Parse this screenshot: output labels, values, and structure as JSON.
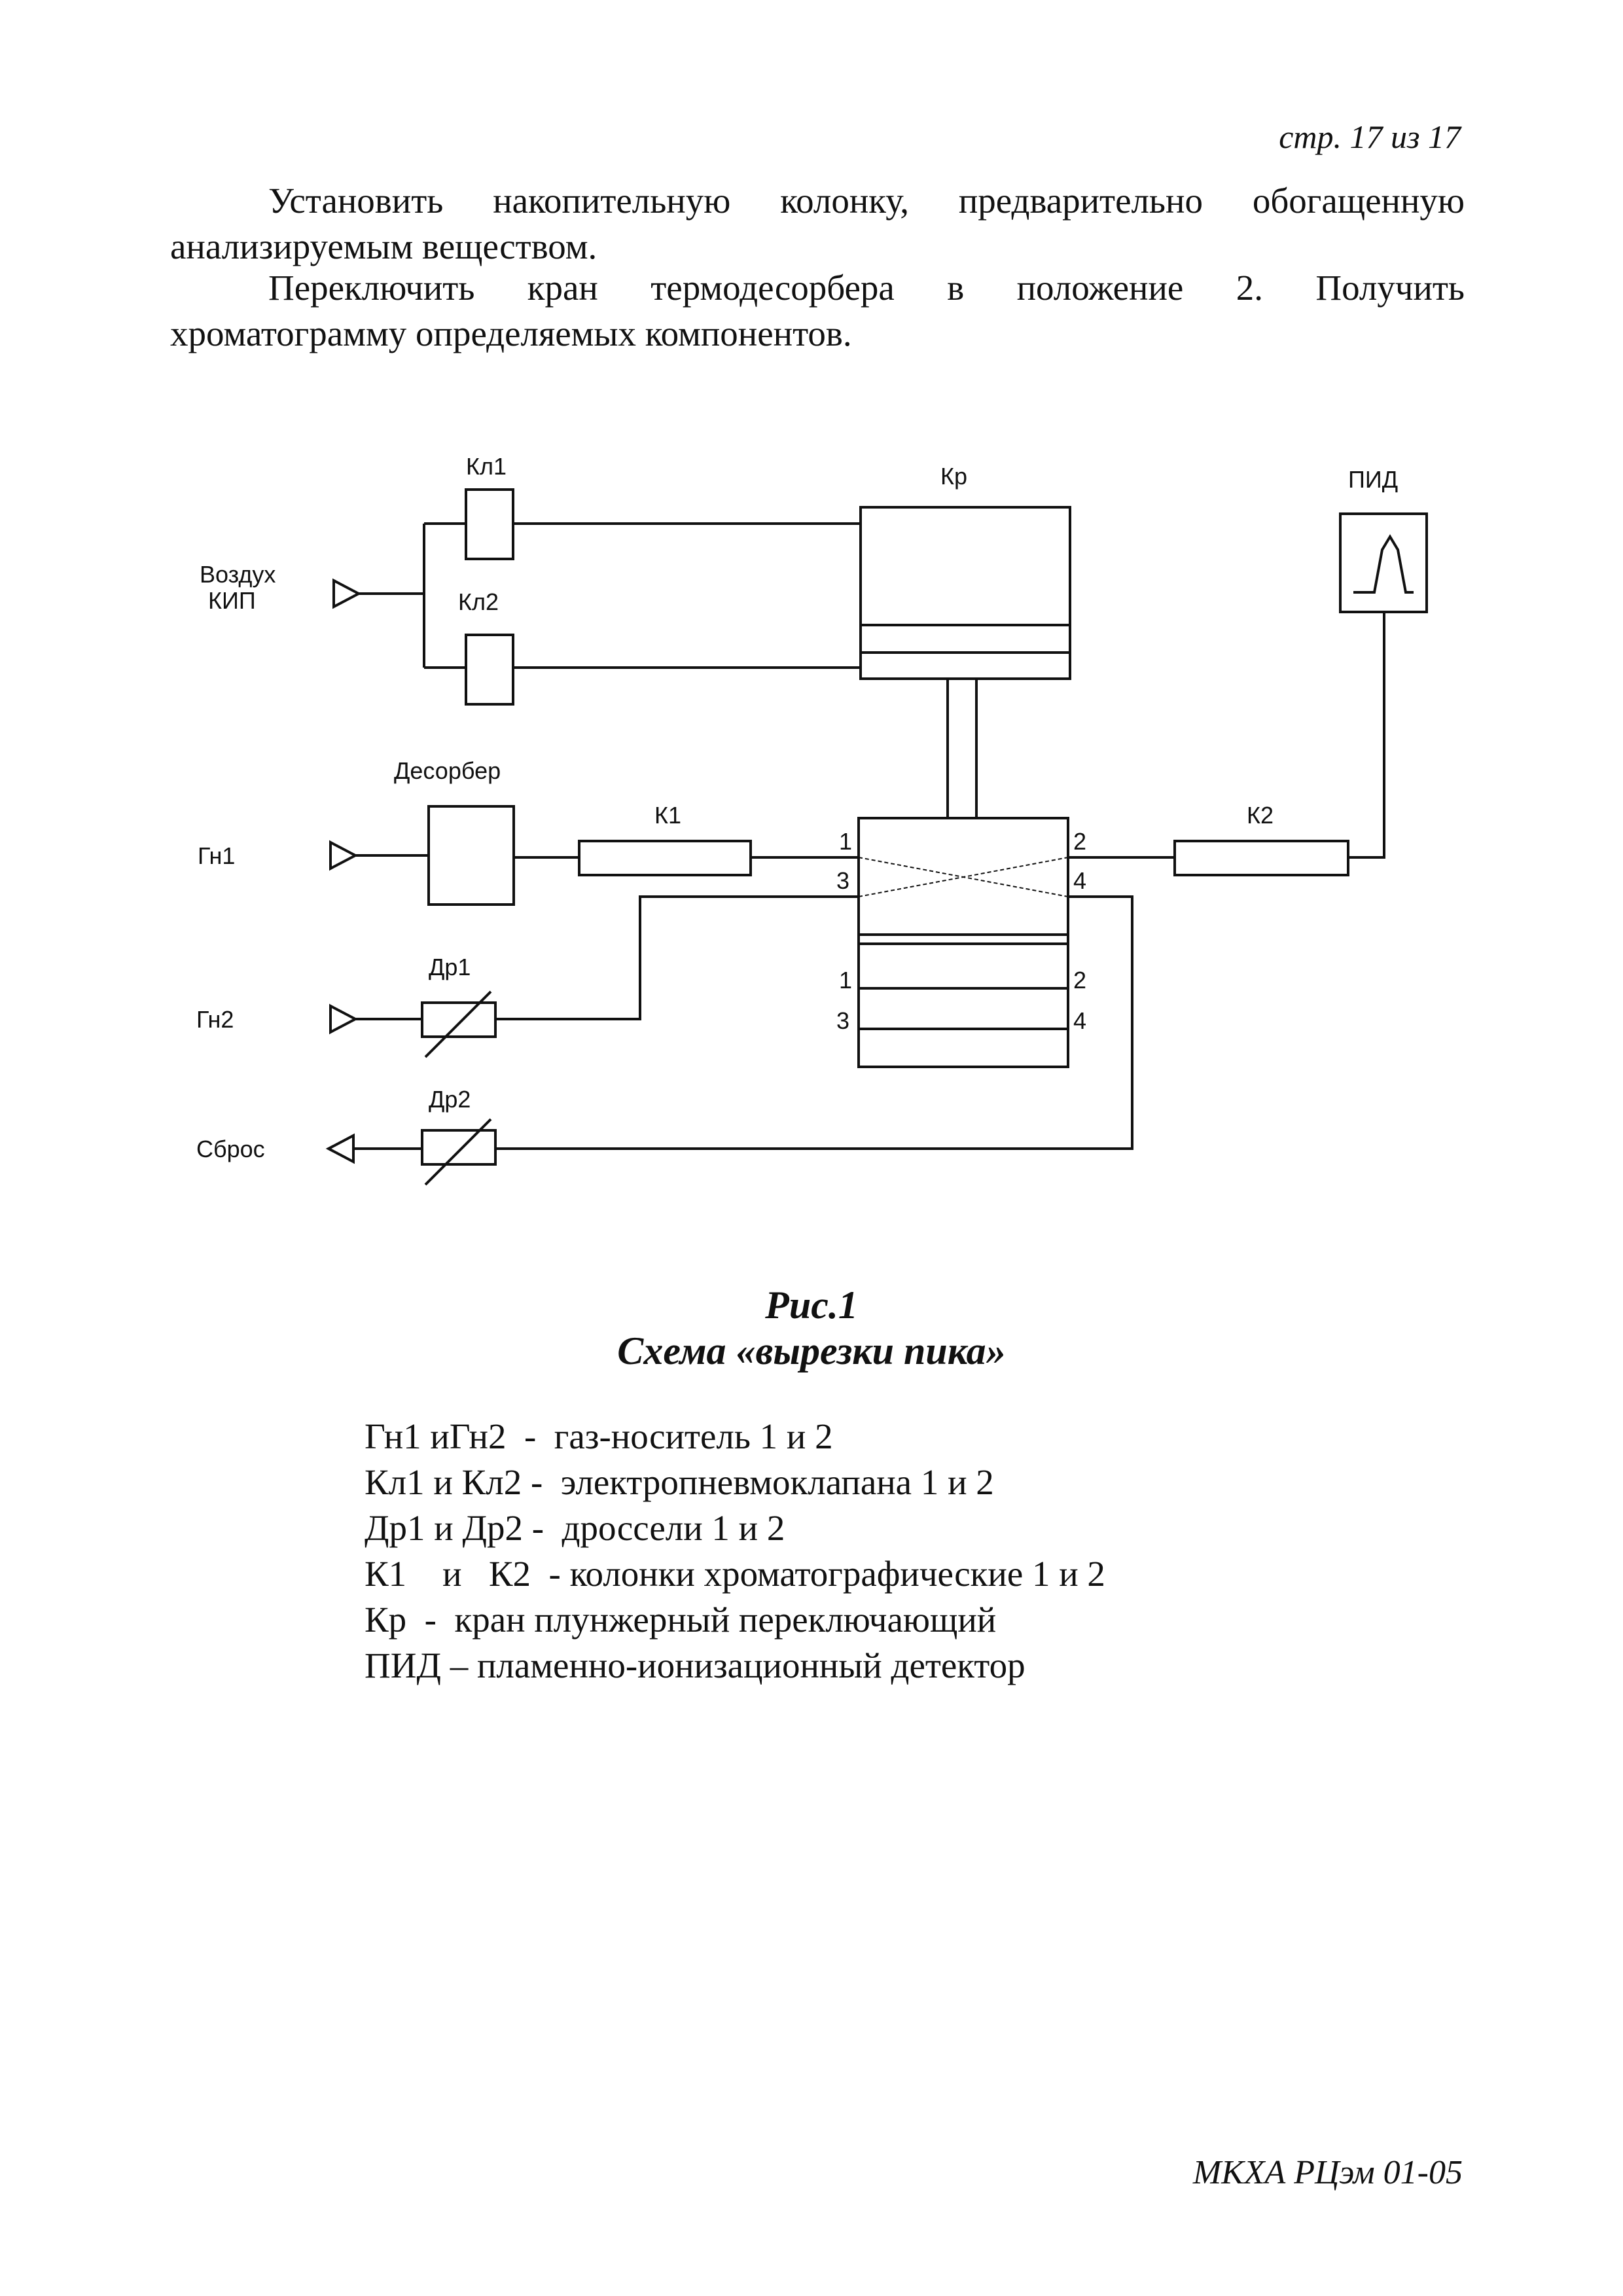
{
  "header": {
    "page_number": "стр. 17 из 17"
  },
  "paragraphs": [
    {
      "line1": "Установить накопительную колонку, предварительно обогащенную",
      "line2": "анализируемым веществом."
    },
    {
      "line1": "Переключить кран термодесорбера в положение 2. Получить",
      "line2": "хроматограмму определяемых компонентов."
    }
  ],
  "diagram": {
    "labels": {
      "kl1": "Кл1",
      "kl2": "Кл2",
      "kr": "Кр",
      "pid": "ПИД",
      "air_line1": "Воздух",
      "air_line2": "КИП",
      "desorber": "Десорбер",
      "gn1": "Гн1",
      "k1": "К1",
      "k2": "К2",
      "dr1": "Др1",
      "gn2": "Гн2",
      "dr2": "Др2",
      "sbros": "Сброс"
    },
    "port_numbers": {
      "p1": "1",
      "p2": "2",
      "p3": "3",
      "p4": "4"
    }
  },
  "caption": {
    "title": "Рис.1",
    "subtitle": "Схема «вырезки пика»"
  },
  "legend": [
    "Гн1 иГн2  -  газ-носитель 1 и 2",
    "Кл1 и Кл2 -  электропневмоклапана 1 и 2",
    "Др1 и Др2 -  дроссели 1 и 2",
    "К1    и   К2  - колонки хроматографические 1 и 2",
    "Кр  -  кран плунжерный переключающий",
    "ПИД – пламенно-ионизационный детектор"
  ],
  "footer": {
    "document_code": "МКХА РЦэм 01-05"
  }
}
